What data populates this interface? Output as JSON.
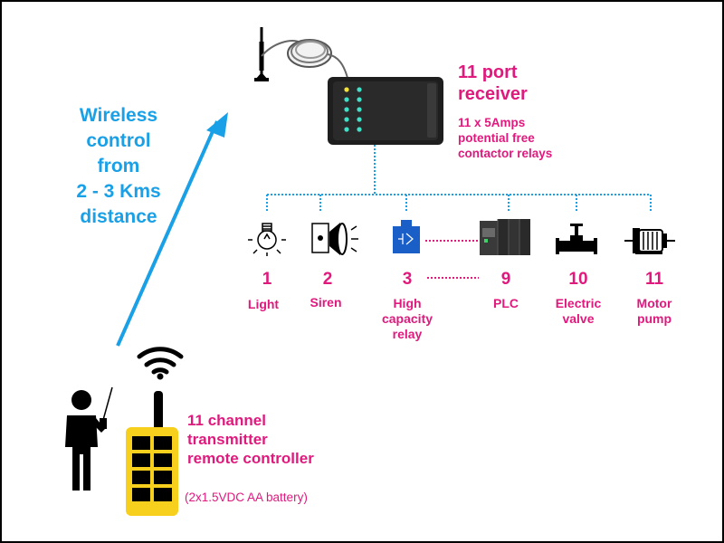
{
  "wireless_caption": {
    "line1": "Wireless",
    "line2": "control",
    "line3": "from",
    "line4": "2 - 3 Kms",
    "line5": "distance"
  },
  "receiver": {
    "title_line1": "11 port",
    "title_line2": "receiver",
    "spec_line1": "11 x 5Amps",
    "spec_line2": "potential free",
    "spec_line3": "contactor relays"
  },
  "transmitter": {
    "title_line1": "11 channel",
    "title_line2": "transmitter",
    "title_line3": "remote controller",
    "battery": "(2x1.5VDC AA battery)"
  },
  "devices": [
    {
      "number": "1",
      "label": [
        "Light"
      ]
    },
    {
      "number": "2",
      "label": [
        "Siren"
      ]
    },
    {
      "number": "3",
      "label": [
        "High",
        "capacity",
        "relay"
      ]
    },
    {
      "number": "9",
      "label": [
        "PLC"
      ]
    },
    {
      "number": "10",
      "label": [
        "Electric",
        "valve"
      ]
    },
    {
      "number": "11",
      "label": [
        "Motor",
        "pump"
      ]
    }
  ],
  "colors": {
    "accent_pink": "#e0197d",
    "accent_blue": "#1aa0e6",
    "dotted_line": "#1aa0e6",
    "remote_yellow": "#f7cf1d",
    "receiver_body": "#1e1e1e",
    "led_cyan": "#3fe0c8",
    "led_yellow": "#f4e23a"
  },
  "icons": {
    "antenna": "antenna-icon",
    "wifi": "wifi-icon",
    "person": "person-icon",
    "remote": "remote-controller-icon",
    "receiver": "receiver-box-icon",
    "light": "light-bulb-icon",
    "siren": "siren-icon",
    "relay": "relay-icon",
    "plc": "plc-icon",
    "valve": "valve-icon",
    "pump": "motor-pump-icon"
  }
}
